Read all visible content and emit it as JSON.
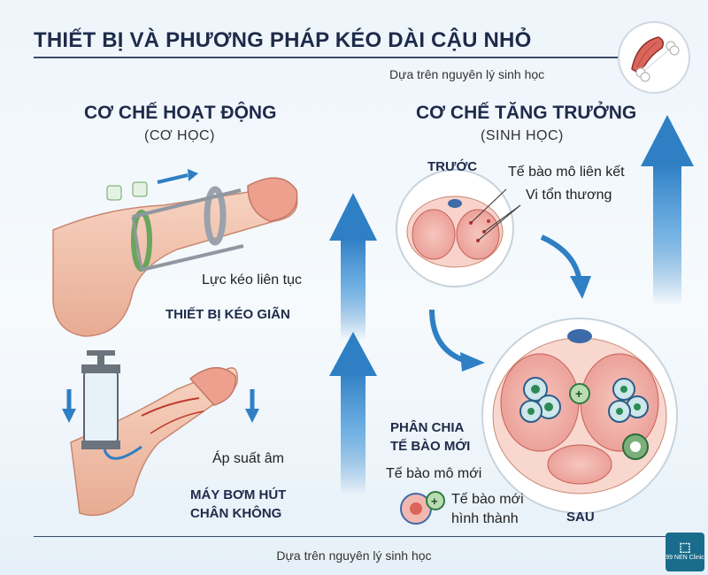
{
  "header": {
    "title": "THIẾT BỊ VÀ PHƯƠNG PHÁP KÉO DÀI CẬU NHỎ",
    "subtitle": "Dựa trên nguyên lý sinh học",
    "badge_icon": "muscle-bone-icon"
  },
  "left": {
    "heading": "CƠ CHẾ HOẠT ĐỘNG",
    "subheading": "(CƠ HỌC)",
    "traction_force": "Lực kéo liên tục",
    "traction_device": "THIẾT BỊ KÉO GIÃN",
    "pressure": "Áp suất âm",
    "pump_line1": "MÁY BƠM HÚT",
    "pump_line2": "CHÂN KHÔNG"
  },
  "right": {
    "heading": "CƠ CHẾ TĂNG TRƯỞNG",
    "subheading": "(SINH HỌC)",
    "before": "TRƯỚC",
    "connective_tissue": "Tế bào mô liên kết",
    "micro_injury": "Vi tổn thương",
    "division_line1": "PHÂN CHIA",
    "division_line2": "TẾ BÀO MỚI",
    "new_tissue": "Tế bào mô mới",
    "new_cell_line1": "Tế bào mới",
    "new_cell_line2": "hình thành",
    "after": "SAU"
  },
  "footer": {
    "text": "Dựa trên nguyên lý sinh học",
    "logo_text": "99 NEN Clinic"
  },
  "colors": {
    "title": "#1e2b4a",
    "arrow_blue": "#2f7fc4",
    "skin": "#f2c3ad",
    "tissue": "#f1b7b0",
    "ring_green": "#7bb07a"
  }
}
